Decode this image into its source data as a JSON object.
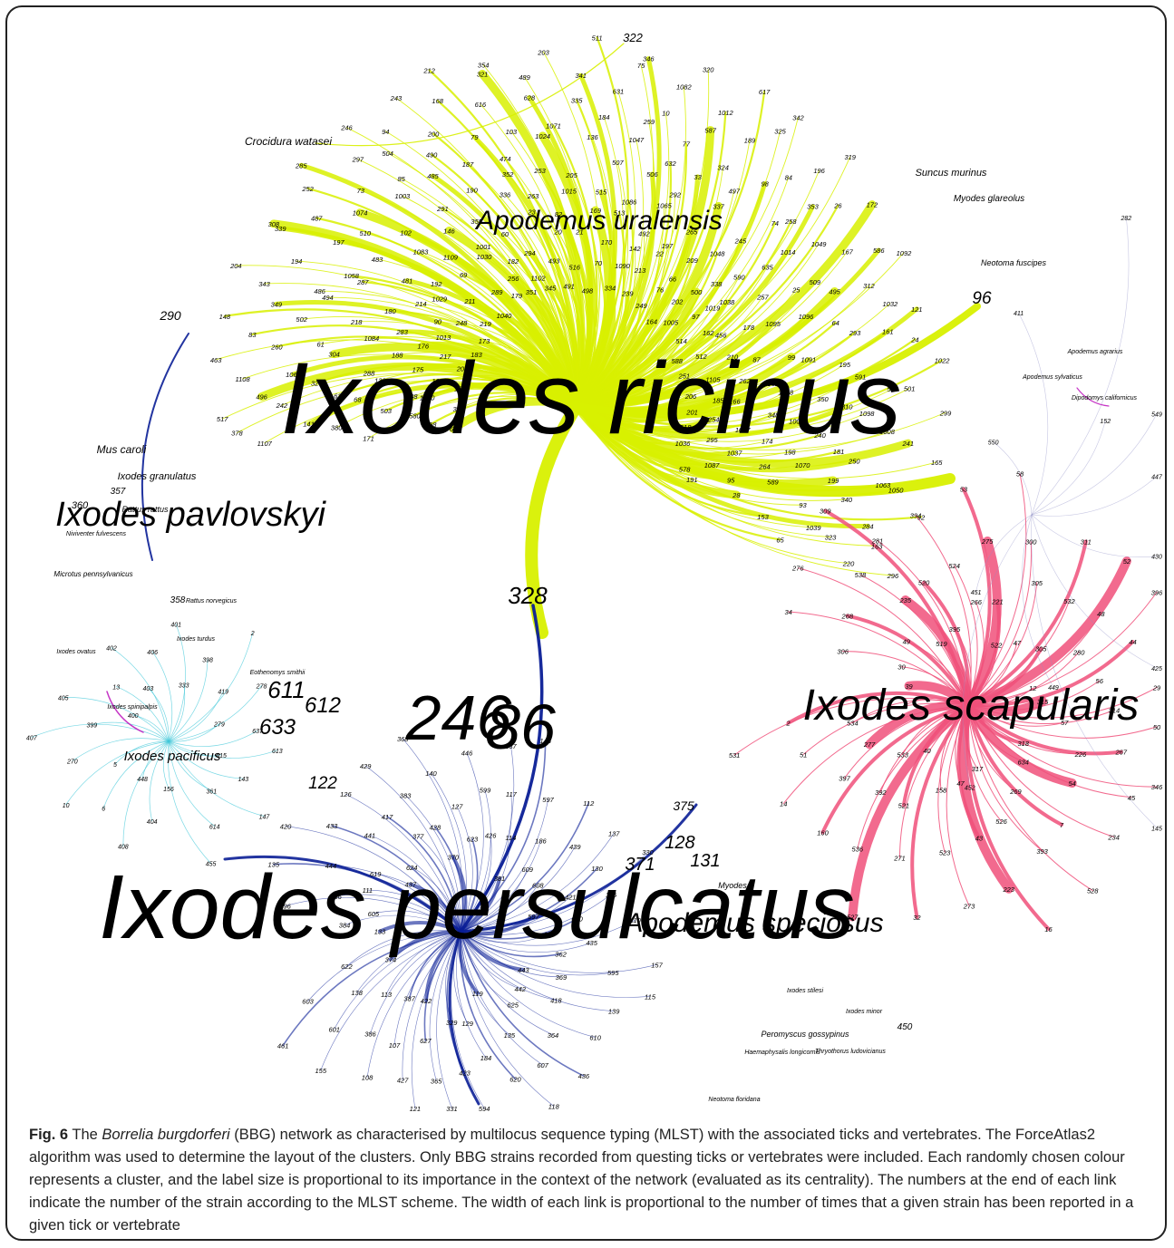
{
  "figure": {
    "label": "Fig. 6",
    "caption_pre": " The ",
    "caption_species": "Borrelia burgdorferi",
    "caption_post": " (BBG) network as characterised by multilocus sequence typing (MLST) with the associated ticks and vertebrates. The ForceAtlas2 algorithm was used to determine the layout of the clusters. Only BBG strains recorded from questing ticks or vertebrates were included. Each randomly chosen colour represents a cluster, and the label size is proportional to its importance in the context of the network (evaluated as its centrality). The numbers at the end of each link indicate the number of the strain according to the MLST scheme. The width of each link is proportional to the number of times that a given strain has been reported in a given tick or vertebrate"
  },
  "colors": {
    "ricinus_cluster": "#d8f000",
    "persulcatus_cluster": "#0a1e96",
    "scapularis_cluster": "#f0507a",
    "pacificus_cluster": "#40c8d8",
    "misc_cluster": "#9090c8",
    "magenta_link": "#c020c0"
  },
  "hubs": [
    {
      "id": "ricinus",
      "label": "Ixodes ricinus"
    },
    {
      "id": "persulcatus",
      "label": "Ixodes persulcatus"
    },
    {
      "id": "scapularis",
      "label": "Ixodes scapularis"
    },
    {
      "id": "pacificus",
      "label": "Ixodes pacificus"
    },
    {
      "id": "pavlovskyi",
      "label": "Ixodes pavlovskyi"
    },
    {
      "id": "uralensis",
      "label": "Apodemus uralensis"
    },
    {
      "id": "speciosus",
      "label": "Apodemus speciosus"
    }
  ],
  "host_labels": [
    "Crocidura watasei",
    "Suncus murinus",
    "Myodes glareolus",
    "Neotoma fuscipes",
    "Apodemus agrarius",
    "Apodemus sylvaticus",
    "Dipodomys californicus",
    "Mus caroli",
    "Ixodes granulatus",
    "Rattus rattus",
    "Niviventer fulvescens",
    "Microtus pennsylvanicus",
    "Rattus norvegicus",
    "Ixodes turdus",
    "Ixodes ovatus",
    "Eothenomys smithii",
    "Ixodes spinipalpis",
    "Ixodes stilesi",
    "Ixodes minor",
    "Peromyscus gossypinus",
    "Haemaphysalis longicornis",
    "Thryothorus ludovicianus",
    "Neotoma floridana",
    "Myodes"
  ],
  "large_strain_labels": [
    "322",
    "96",
    "290",
    "328",
    "611",
    "612",
    "633",
    "122",
    "375",
    "128",
    "371",
    "131",
    "360",
    "358",
    "357",
    "450",
    "246",
    "86"
  ],
  "ricinus_strains": [
    "63",
    "171",
    "1107",
    "298",
    "380",
    "378",
    "580",
    "141",
    "517",
    "503",
    "242",
    "379",
    "68",
    "496",
    "1020",
    "629",
    "1108",
    "88",
    "326",
    "463",
    "132",
    "1062",
    "100",
    "288",
    "260",
    "1069",
    "304",
    "83",
    "175",
    "61",
    "148",
    "188",
    "502",
    "207",
    "1084",
    "349",
    "217",
    "218",
    "343",
    "176",
    "494",
    "204",
    "283",
    "486",
    "183",
    "180",
    "194",
    "1013",
    "287",
    "339",
    "90",
    "1058",
    "308",
    "214",
    "197",
    "173",
    "481",
    "487",
    "248",
    "483",
    "252",
    "1029",
    "510",
    "285",
    "192",
    "1074",
    "219",
    "1083",
    "73",
    "211",
    "102",
    "297",
    "69",
    "1003",
    "246",
    "1109",
    "85",
    "1040",
    "146",
    "504",
    "289",
    "291",
    "94",
    "1030",
    "485",
    "243",
    "1001",
    "490",
    "179",
    "355",
    "200",
    "256",
    "190",
    "168",
    "182",
    "187",
    "212",
    "60",
    "79",
    "351",
    "336",
    "616",
    "1102",
    "352",
    "321",
    "294",
    "474",
    "354",
    "23",
    "103",
    "345",
    "263",
    "628",
    "493",
    "253",
    "489",
    "20",
    "1024",
    "203",
    "82",
    "1071",
    "491",
    "1015",
    "335",
    "516",
    "205",
    "341",
    "21",
    "136",
    "511",
    "169",
    "184",
    "498",
    "515",
    "631",
    "70",
    "507",
    "75",
    "170",
    "1047",
    "346",
    "513",
    "259",
    "334",
    "1086",
    "10",
    "1090",
    "506",
    "1082",
    "142",
    "632",
    "320",
    "492",
    "77",
    "239",
    "1065",
    "587",
    "213",
    "292",
    "1012",
    "22",
    "33",
    "617",
    "197",
    "324",
    "249",
    "265",
    "189",
    "76",
    "337",
    "325",
    "66",
    "497",
    "342",
    "209",
    "98",
    "164",
    "1048",
    "84",
    "202",
    "245",
    "196",
    "500",
    "74",
    "319",
    "338",
    "258",
    "1005",
    "590",
    "353",
    "97",
    "635",
    "26",
    "1019",
    "1014",
    "172",
    "1038",
    "1049",
    "514",
    "257",
    "167",
    "162",
    "25",
    "586",
    "456",
    "509",
    "1092",
    "178",
    "495",
    "588",
    "1095",
    "312",
    "512",
    "1096",
    "1032",
    "210",
    "64",
    "121",
    "87",
    "293",
    "251",
    "99",
    "161",
    "1105",
    "1091",
    "24",
    "262",
    "195",
    "1022",
    "1016",
    "591",
    "206",
    "1028",
    "543",
    "185",
    "350",
    "501",
    "166",
    "310",
    "299",
    "348",
    "1098",
    "201",
    "1007",
    "1008",
    "254",
    "240",
    "241",
    "1057",
    "181",
    "165",
    "174",
    "250",
    "518",
    "198",
    "1063",
    "295",
    "1070",
    "1050",
    "1037",
    "199",
    "92",
    "264",
    "340",
    "1036",
    "589",
    "284",
    "1087",
    "93",
    "163",
    "95",
    "1039",
    "296",
    "28",
    "323",
    "578",
    "153",
    "220",
    "191",
    "65"
  ],
  "persulcatus_strains": [
    "133",
    "384",
    "596",
    "605",
    "366",
    "135",
    "111",
    "444",
    "420",
    "619",
    "433",
    "437",
    "441",
    "126",
    "624",
    "417",
    "429",
    "377",
    "383",
    "368",
    "428",
    "140",
    "370",
    "127",
    "446",
    "623",
    "599",
    "587",
    "426",
    "117",
    "148",
    "114",
    "597",
    "381",
    "186",
    "112",
    "609",
    "439",
    "137",
    "608",
    "130",
    "330",
    "421",
    "105",
    "597",
    "600",
    "110",
    "109",
    "435",
    "157",
    "362",
    "595",
    "115",
    "369",
    "139",
    "443",
    "418",
    "610",
    "442",
    "364",
    "436",
    "625",
    "607",
    "118",
    "135",
    "620",
    "119",
    "184",
    "594",
    "129",
    "423",
    "331",
    "329",
    "365",
    "121",
    "627",
    "427",
    "422",
    "107",
    "108",
    "387",
    "386",
    "155",
    "113",
    "601",
    "461",
    "138",
    "603",
    "374",
    "622"
  ],
  "scapularis_strains": [
    "39",
    "306",
    "34",
    "30",
    "268",
    "276",
    "49",
    "538",
    "309",
    "235",
    "281",
    "519",
    "520",
    "394",
    "395",
    "524",
    "53",
    "266",
    "275",
    "58",
    "221",
    "300",
    "522",
    "305",
    "311",
    "47",
    "532",
    "52",
    "305",
    "48",
    "396",
    "280",
    "44",
    "12",
    "56",
    "29",
    "315",
    "314",
    "50",
    "57",
    "267",
    "346",
    "226",
    "45",
    "318",
    "54",
    "234",
    "634",
    "7",
    "528",
    "269",
    "393",
    "16",
    "526",
    "223",
    "317",
    "43",
    "273",
    "47",
    "523",
    "32",
    "158",
    "271",
    "527",
    "521",
    "536",
    "40",
    "392",
    "160",
    "533",
    "397",
    "14",
    "277",
    "51",
    "531",
    "534",
    "2",
    "4"
  ],
  "pacificus_strains": [
    "156",
    "404",
    "408",
    "448",
    "6",
    "10",
    "5",
    "270",
    "407",
    "399",
    "405",
    "400",
    "13",
    "402",
    "403",
    "406",
    "401",
    "333",
    "398",
    "2",
    "419",
    "278",
    "279",
    "637",
    "613",
    "615",
    "143",
    "147",
    "361",
    "614",
    "455"
  ],
  "misc_strains": [
    "550",
    "411",
    "282",
    "152",
    "549",
    "447",
    "430",
    "425",
    "145",
    "449",
    "452",
    "451"
  ]
}
